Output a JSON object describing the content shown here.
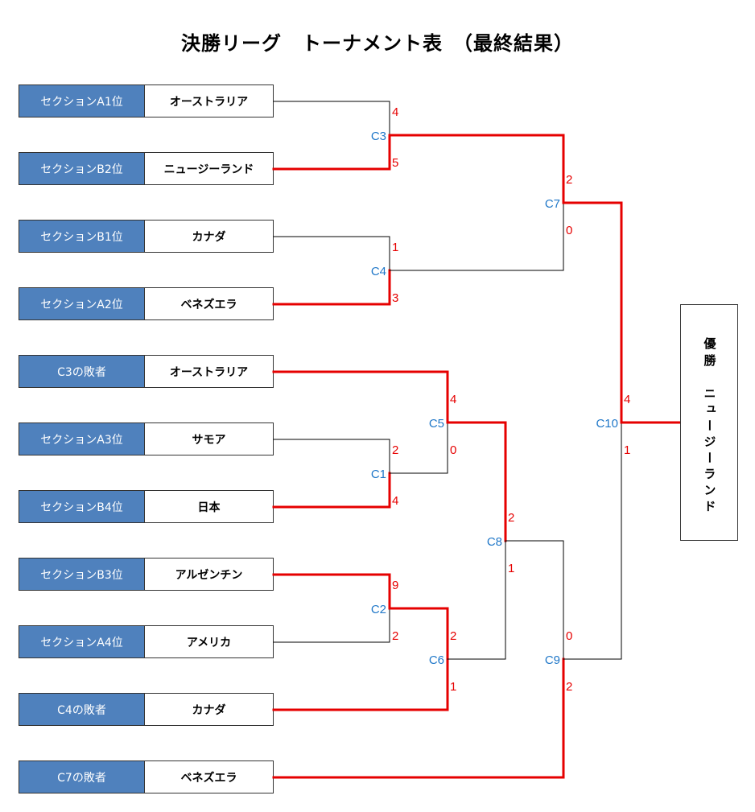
{
  "title": "決勝リーグ　トーナメント表　（最終結果）",
  "colors": {
    "seed_bg": "#4f81bd",
    "winner_line": "#e60000",
    "loser_line": "#000000",
    "score": "#e60000",
    "match_label": "#1f77c8"
  },
  "slots": [
    {
      "seed": "セクションA1位",
      "team": "オーストラリア"
    },
    {
      "seed": "セクションB2位",
      "team": "ニュージーランド"
    },
    {
      "seed": "セクションB1位",
      "team": "カナダ"
    },
    {
      "seed": "セクションA2位",
      "team": "ベネズエラ"
    },
    {
      "seed": "C3の敗者",
      "team": "オーストラリア"
    },
    {
      "seed": "セクションA3位",
      "team": "サモア"
    },
    {
      "seed": "セクションB4位",
      "team": "日本"
    },
    {
      "seed": "セクションB3位",
      "team": "アルゼンチン"
    },
    {
      "seed": "セクションA4位",
      "team": "アメリカ"
    },
    {
      "seed": "C4の敗者",
      "team": "カナダ"
    },
    {
      "seed": "C7の敗者",
      "team": "ベネズエラ"
    }
  ],
  "matches": [
    {
      "id": "C3",
      "score_top": "4",
      "score_bottom": "5"
    },
    {
      "id": "C4",
      "score_top": "1",
      "score_bottom": "3"
    },
    {
      "id": "C7",
      "score_top": "2",
      "score_bottom": "0"
    },
    {
      "id": "C1",
      "score_top": "2",
      "score_bottom": "4"
    },
    {
      "id": "C5",
      "score_top": "4",
      "score_bottom": "0"
    },
    {
      "id": "C2",
      "score_top": "9",
      "score_bottom": "2"
    },
    {
      "id": "C6",
      "score_top": "2",
      "score_bottom": "1"
    },
    {
      "id": "C8",
      "score_top": "2",
      "score_bottom": "1"
    },
    {
      "id": "C9",
      "score_top": "0",
      "score_bottom": "2"
    },
    {
      "id": "C10",
      "score_top": "4",
      "score_bottom": "1"
    }
  ],
  "champion": {
    "label": "優勝",
    "team": "ニュージーランド"
  }
}
